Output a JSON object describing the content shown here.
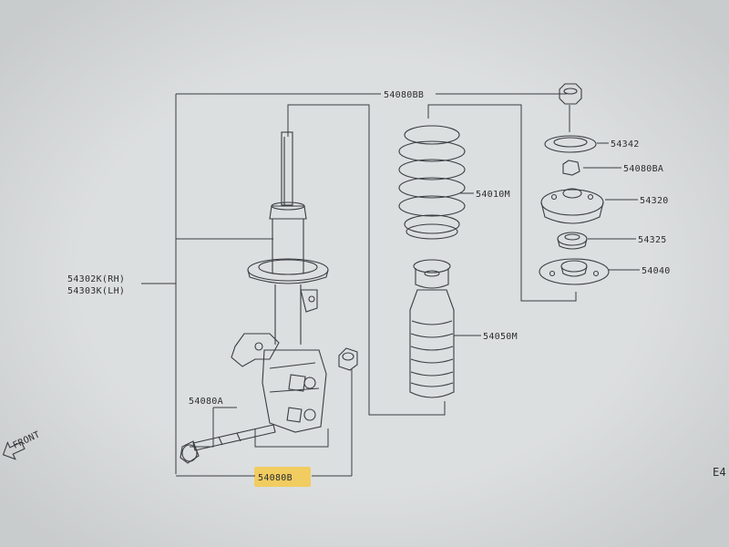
{
  "labels": {
    "assembly_top": "54080BB",
    "mount_washer": "54342",
    "mount_nut": "54080BA",
    "mount_insulator": "54320",
    "bearing": "54325",
    "spring_seat": "54040",
    "coil_spring": "54010M",
    "bound_bumper": "54050M",
    "strut_rh": "54302K(RH)",
    "strut_lh": "54303K(LH)",
    "bolt": "54080A",
    "assembly_bottom": "54080B",
    "front_arrow": "FRONT",
    "edge_code": "E4"
  },
  "colors": {
    "background": "#d9dcdc",
    "line": "#3a3d42",
    "highlight": "#f5c94a"
  }
}
